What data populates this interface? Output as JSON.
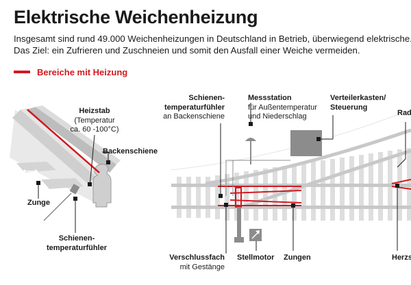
{
  "title": "Elektrische Weichenheizung",
  "intro": [
    "Insgesamt sind rund 49.000 Weichenheizungen in Deutschland in Betrieb, überwiegend elektrische.",
    "Das Ziel: ein Zufrieren und Zuschneien und somit den Ausfall einer Weiche vermeiden."
  ],
  "legend": {
    "label": "Bereiche mit Heizung"
  },
  "labels": {
    "heizstab": {
      "title": "Heizstab",
      "sub1": "(Temperatur",
      "sub2": "ca. 60 -100°C)"
    },
    "backenschiene": {
      "title": "Backenschiene"
    },
    "zunge": {
      "title": "Zunge"
    },
    "fuehler_left": {
      "line1": "Schienen-",
      "line2": "temperaturfühler"
    },
    "fuehler_right": {
      "line1": "Schienen-",
      "line2": "temperaturfühler",
      "sub": "an Backenschiene"
    },
    "messstation": {
      "title": "Messstation",
      "sub1": "für Außentemperatur",
      "sub2": "und Niederschlag"
    },
    "verteiler": {
      "line1": "Verteilerkasten/",
      "line2": "Steuerung"
    },
    "rad": {
      "title": "Rad"
    },
    "verschlussfach": {
      "title": "Verschlussfach",
      "sub": "mit Gestänge"
    },
    "stellmotor": {
      "title": "Stellmotor"
    },
    "zungen": {
      "title": "Zungen"
    },
    "herz": {
      "title": "Herzs"
    }
  },
  "colors": {
    "heating": "#d11920",
    "text": "#1a1a1a",
    "rail": "#c8c8c8",
    "sleeper": "#dedede",
    "box": "#8c8c8c"
  }
}
